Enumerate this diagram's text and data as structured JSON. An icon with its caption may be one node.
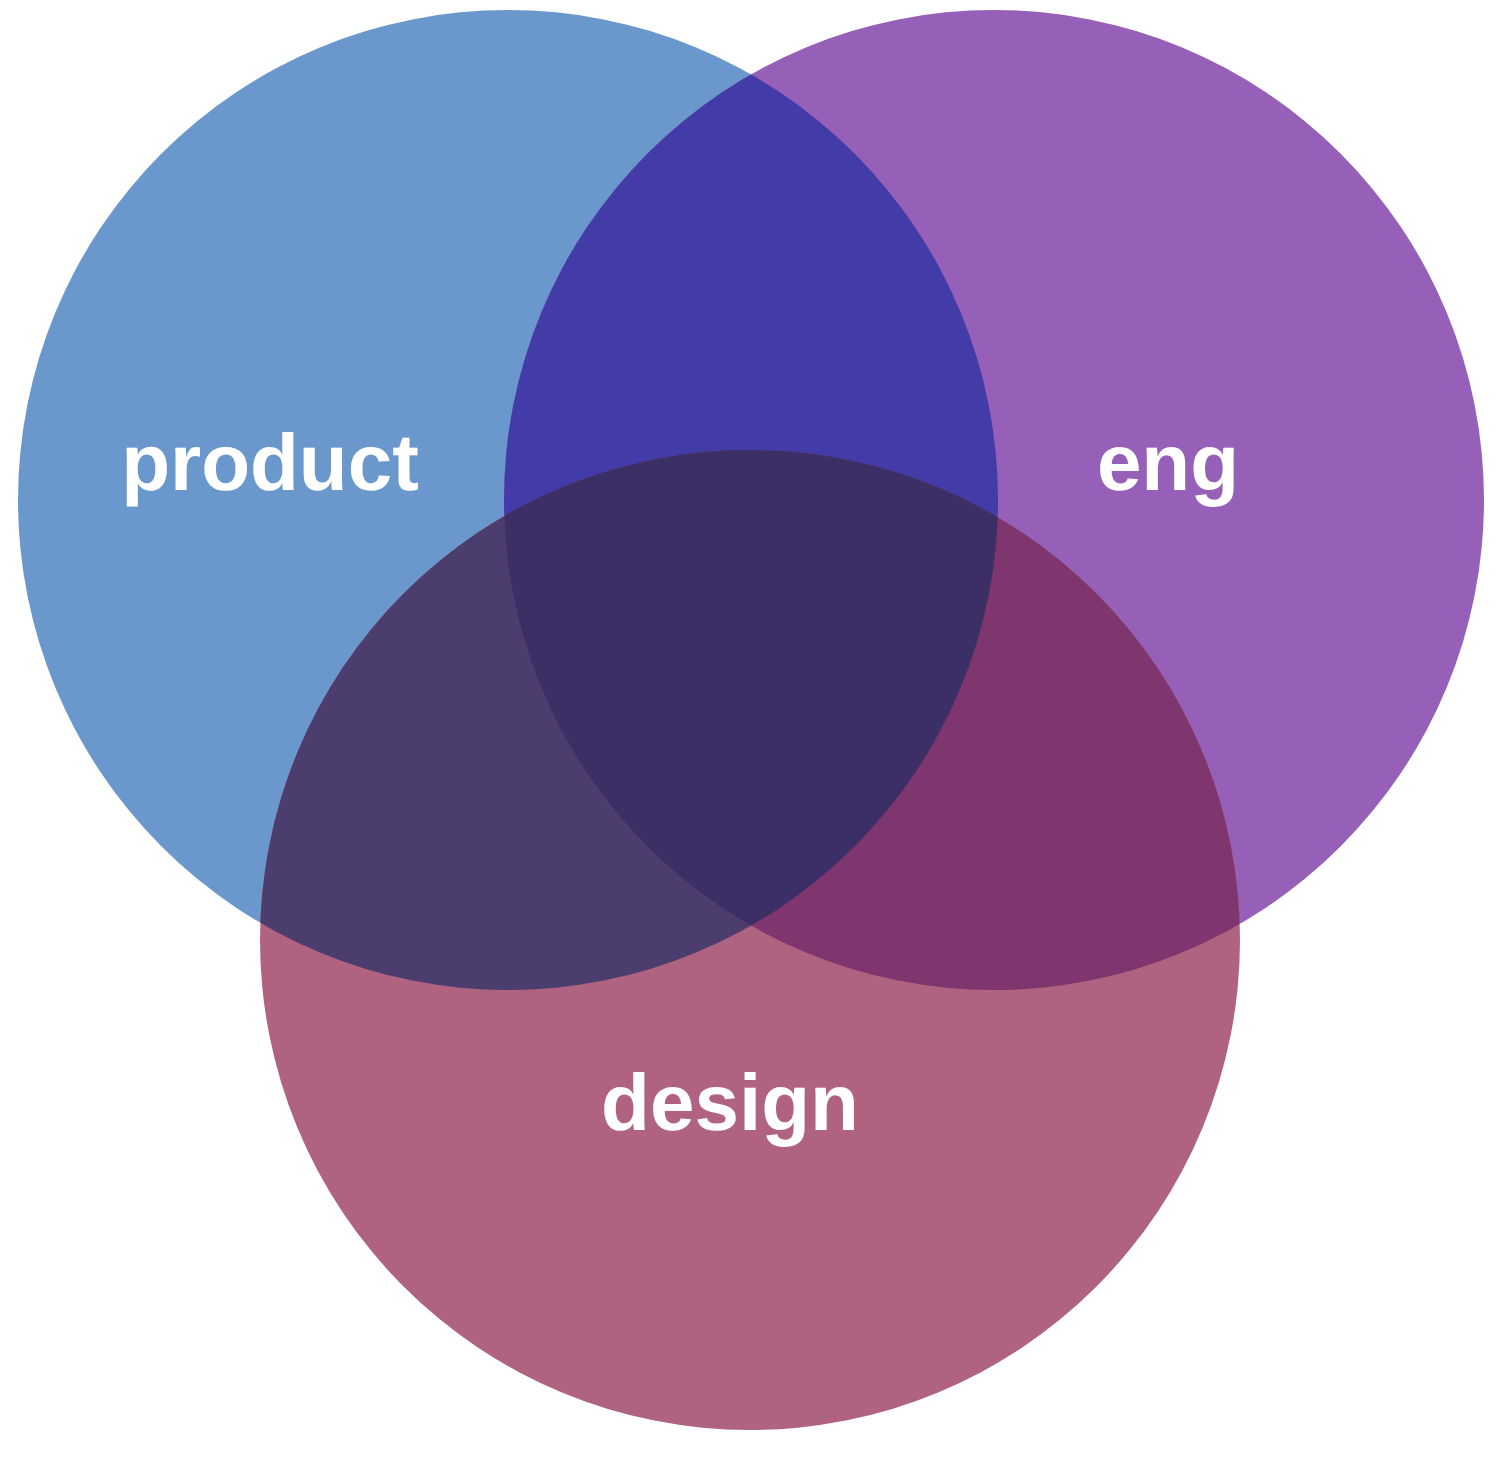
{
  "diagram": {
    "nodes": [
      {
        "text": [
          "product"
        ]
      },
      {
        "text": [
          "eng"
        ]
      },
      {
        "text": [
          "design"
        ]
      }
    ]
  }
}
